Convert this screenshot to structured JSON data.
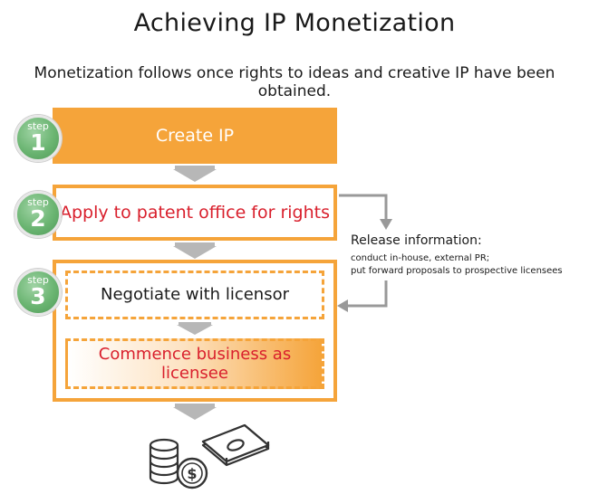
{
  "title": "Achieving IP Monetization",
  "subtitle": "Monetization follows once rights to ideas and creative IP have been obtained.",
  "steps": [
    {
      "word": "step",
      "number": "1",
      "label": "Create IP"
    },
    {
      "word": "step",
      "number": "2",
      "label": "Apply to patent office for rights"
    },
    {
      "word": "step",
      "number": "3",
      "items": [
        "Negotiate with licensor",
        "Commence business as licensee"
      ]
    }
  ],
  "release": {
    "title": "Release information:",
    "lines": [
      "conduct in-house, external PR;",
      "put forward proposals to prospective licensees"
    ]
  },
  "icons": [
    "money-coins-icon",
    "banknotes-icon",
    "dollar-coin-icon"
  ],
  "colors": {
    "orange": "#f5a43a",
    "red": "#d9202d",
    "green": "#6bb572",
    "gray": "#b7b7b7"
  }
}
